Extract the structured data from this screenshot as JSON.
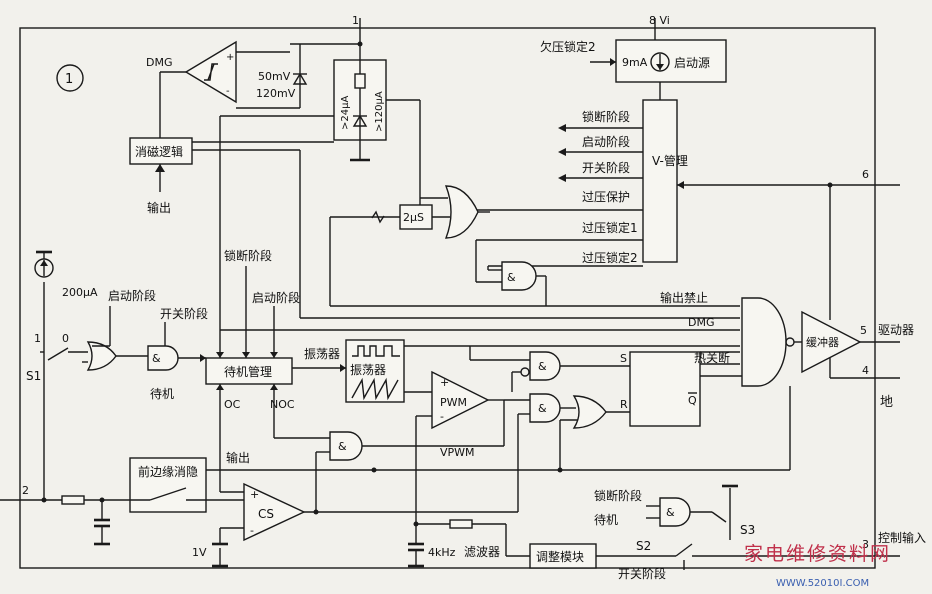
{
  "diagram": {
    "circle_label": "1",
    "pins": {
      "pin1": "1",
      "pin8": "8 Vi",
      "pin6": "6",
      "pin5": "5",
      "pin4": "4",
      "pin2": "2",
      "pin3": "3",
      "s1_left": "1",
      "s1_right": "0"
    },
    "blocks": {
      "dmg_amp": "DMG",
      "demag_logic": "消磁逻辑",
      "start_source": "启动源",
      "v_manage": "V-管理",
      "two_us": "2μS",
      "standby_mgmt": "待机管理",
      "oscillator": "振荡器",
      "pwm": "PWM",
      "buffer": "缓冲器",
      "leading_edge_blank": "前边缘消隐",
      "cs": "CS",
      "filter": "滤波器",
      "adjust_module": "调整模块"
    },
    "labels": {
      "mv50": "50mV",
      "mv120": "120mV",
      "ua24": ">24μA",
      "ua120": ">120μA",
      "undervolt_lock2": "欠压锁定2",
      "ma9": "9mA",
      "lock_stage": "锁断阶段",
      "start_stage": "启动阶段",
      "switch_stage": "开关阶段",
      "overvolt_protect": "过压保护",
      "overvolt_lock1": "过压锁定1",
      "overvolt_lock2": "过压锁定2",
      "output": "输出",
      "ua200": "200μA",
      "s1": "S1",
      "standby": "待机",
      "oc": "OC",
      "noc": "NOC",
      "osc_label": "振荡器",
      "output_disable": "输出禁止",
      "dmg_sig": "DMG",
      "thermal_shutdown": "热关断",
      "drive": "驱动器",
      "ground": "地",
      "vpwm": "VPWM",
      "khz4": "4kHz",
      "v1": "1V",
      "s2": "S2",
      "s3": "S3",
      "control_input": "控制输入",
      "and_sym": "&",
      "s_in": "S",
      "r_in": "R",
      "q_out": "Q",
      "plus": "+",
      "minus": "-"
    },
    "watermark": "家电维修资料网",
    "watermark_url": "WWW.52010I.COM"
  }
}
